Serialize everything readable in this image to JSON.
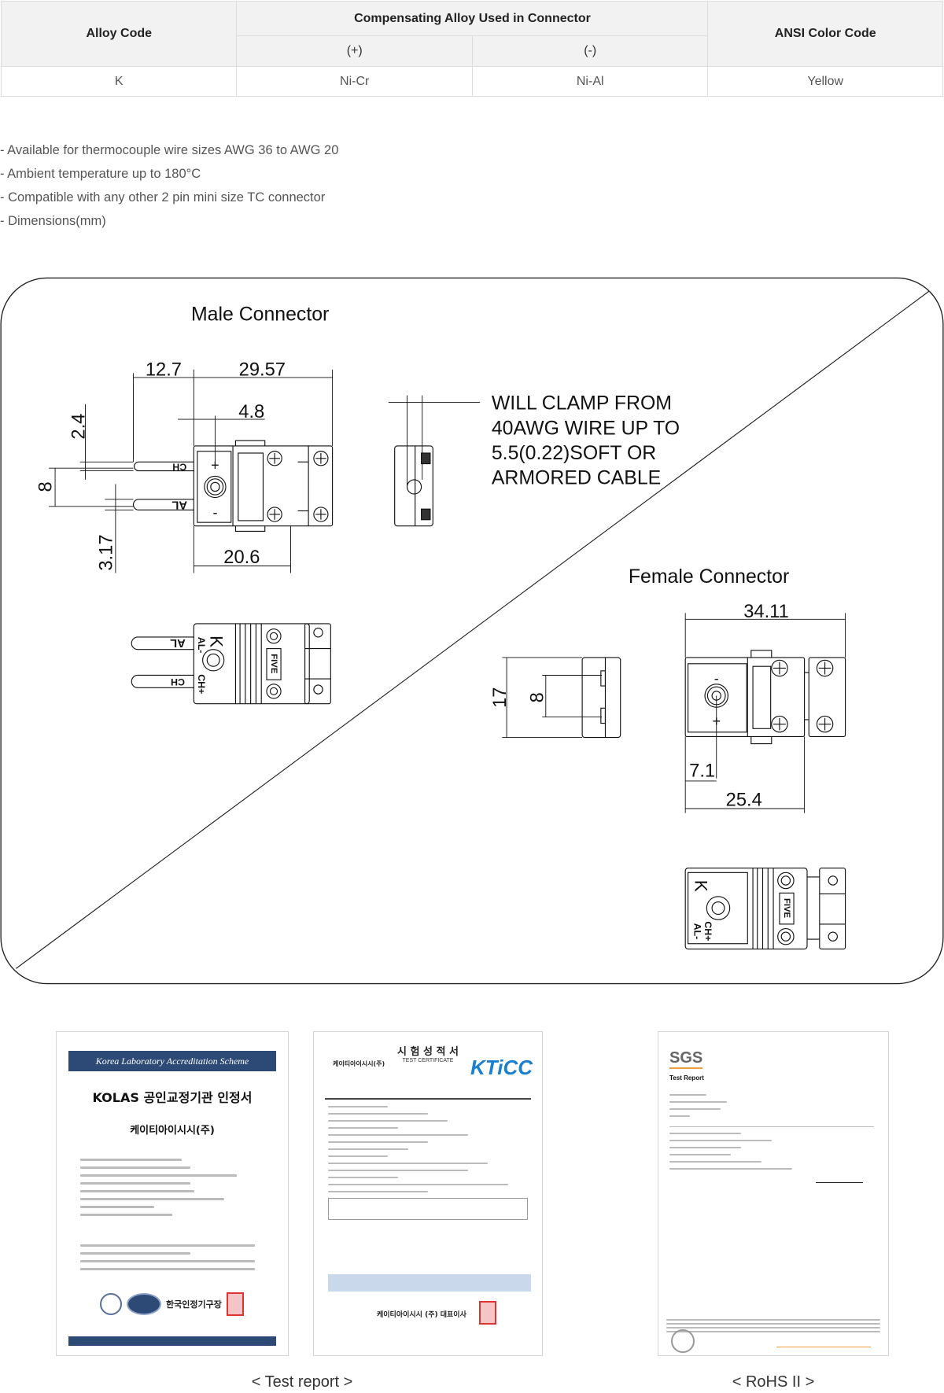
{
  "table": {
    "headers": {
      "alloy_code": "Alloy Code",
      "compensating": "Compensating Alloy Used in Connector",
      "plus": "(+)",
      "minus": "(-)",
      "ansi": "ANSI Color Code"
    },
    "rows": [
      {
        "alloy_code": "K",
        "plus": "Ni-Cr",
        "minus": "Ni-Al",
        "ansi": "Yellow"
      }
    ]
  },
  "bullets": [
    "- Available for thermocouple wire sizes AWG 36 to AWG 20",
    "- Ambient temperature up to 180°C",
    "- Compatible with any other 2 pin mini size TC connector",
    "- Dimensions(mm)"
  ],
  "diagram": {
    "male_title": "Male Connector",
    "female_title": "Female Connector",
    "note_lines": [
      "WILL CLAMP FROM",
      "40AWG WIRE UP TO",
      "5.5(0.22)SOFT OR",
      "ARMORED CABLE"
    ],
    "male_dims": {
      "d1": "12.7",
      "d2": "29.57",
      "d3": "4.8",
      "d4": "2.4",
      "d5": "8",
      "d6": "3.17",
      "d7": "20.6"
    },
    "female_dims": {
      "d1": "34.11",
      "d2": "7.1",
      "d3": "25.4",
      "d4": "17",
      "d5": "8"
    },
    "pin_labels": {
      "ch": "CH",
      "al": "AL",
      "plus": "+",
      "minus": "-",
      "k": "K",
      "ch_plus": "CH+",
      "al_minus": "AL-",
      "brand": "FIVE"
    }
  },
  "certificates": {
    "kolas": {
      "banner": "Korea Laboratory Accreditation Scheme",
      "title": "KOLAS 공인교정기관 인정서",
      "company": "케이티아이시시(주)",
      "seal": "한국인정기구장"
    },
    "kticc": {
      "title": "시 험 성 적 서",
      "subtitle": "TEST CERTIFICATE",
      "company": "케이티아이시시(주)",
      "logo": "KTiCC",
      "footer": "케이티아이시시 (주) 대표이사"
    },
    "sgs": {
      "logo": "SGS",
      "title": "Test Report"
    }
  },
  "captions": {
    "test_report": "< Test report >",
    "rohs": "< RoHS II >"
  }
}
